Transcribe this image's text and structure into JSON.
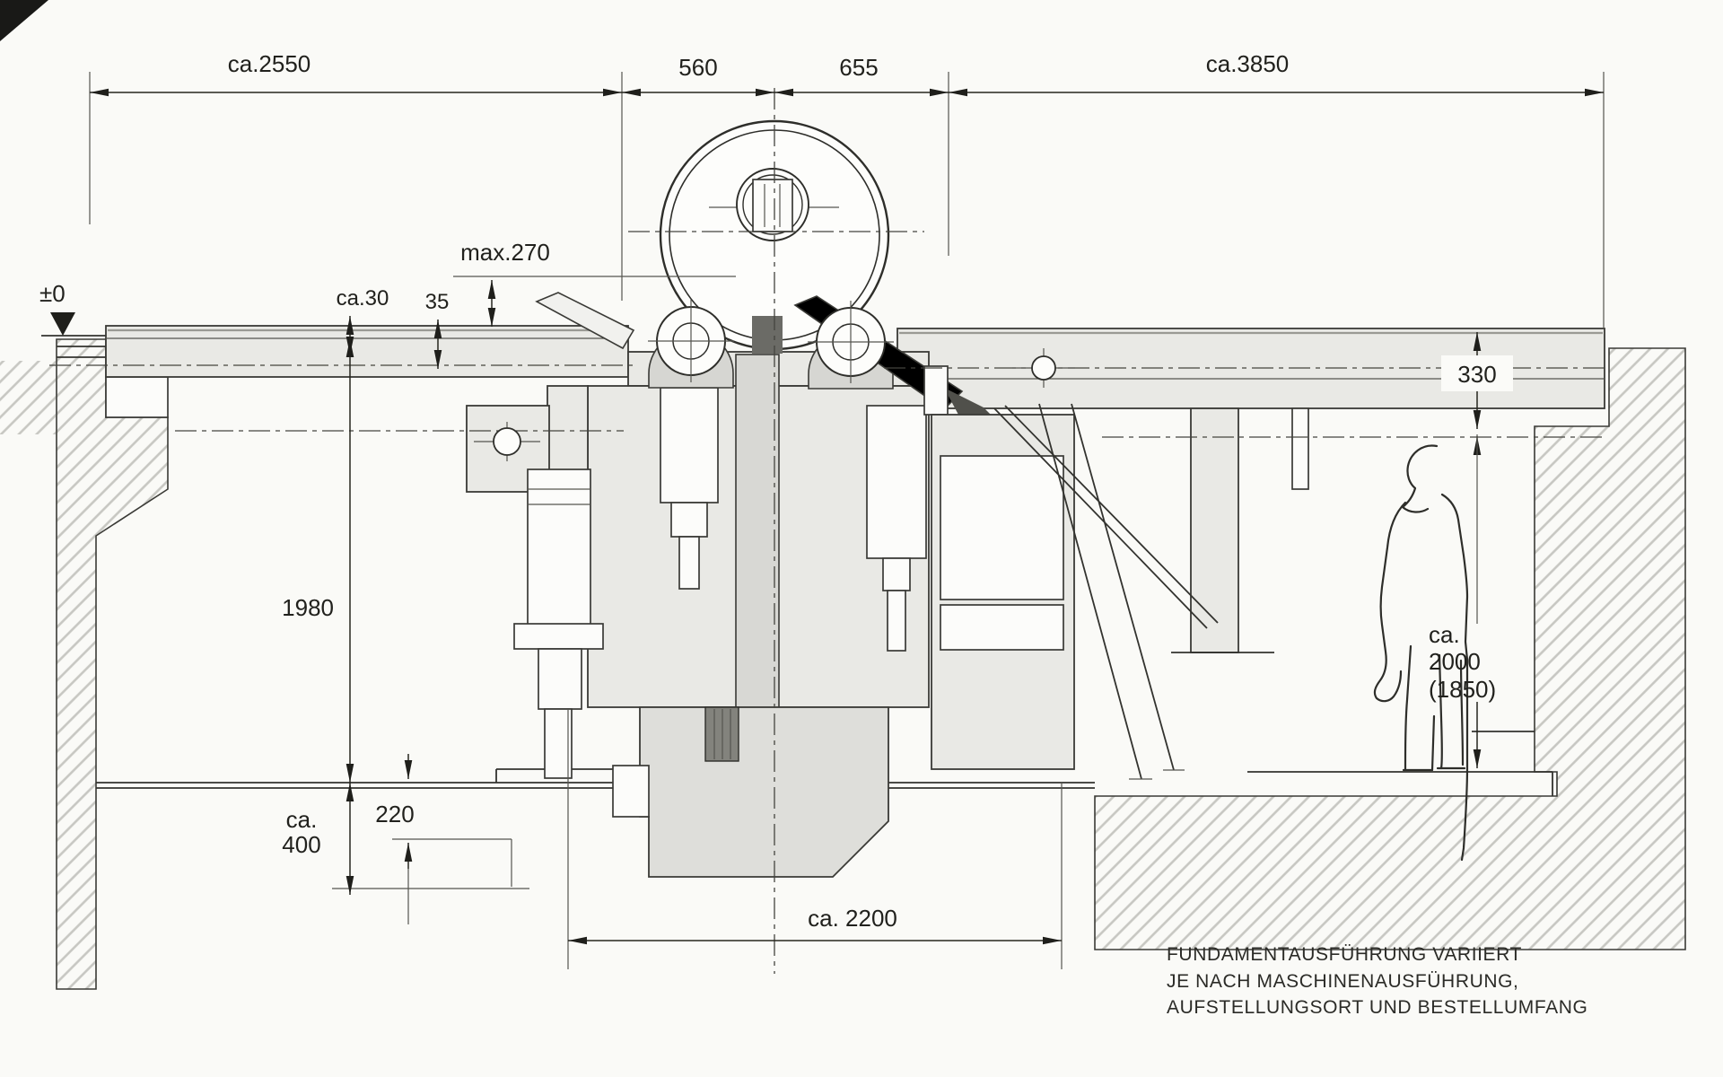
{
  "drawing": {
    "dims": {
      "span_left": "ca.2550",
      "span_mid_left": "560",
      "span_mid_right": "655",
      "span_right": "ca.3850",
      "max_stock": "max.270",
      "table_clearance": "ca.30",
      "rail_step": "35",
      "datum": "±0",
      "pit_depth": "1980",
      "found_depth_1": "ca.",
      "found_depth_2": "400",
      "step_depth": "220",
      "base_width": "ca. 2200",
      "table_depth": "330",
      "person_1": "ca.",
      "person_2": "2000",
      "person_3": "(1850)"
    },
    "note": {
      "line1": "FUNDAMENTAUSFÜHRUNG VARIIERT",
      "line2": "JE NACH MASCHINENAUSFÜHRUNG,",
      "line3": "AUFSTELLUNGSORT UND BESTELLUMFANG"
    },
    "colors": {
      "paper": "#fafaf7",
      "ink": "#2b2b27",
      "machine_fill": "#e9e9e5",
      "hatch": "#c7c7c2"
    }
  }
}
